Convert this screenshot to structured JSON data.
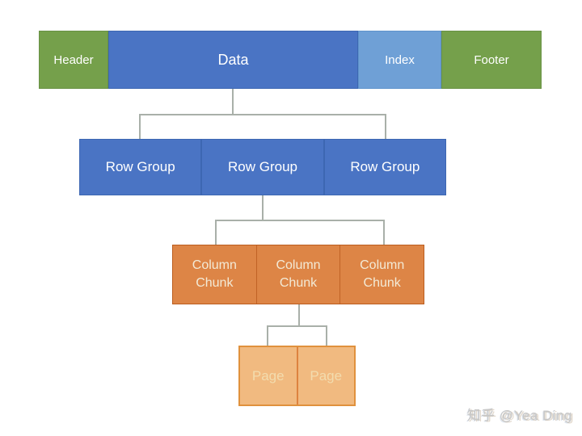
{
  "diagram": {
    "title_semantic": "parquet-file-structure",
    "file_layout": {
      "header": "Header",
      "data": "Data",
      "index": "Index",
      "footer": "Footer"
    },
    "row_groups": [
      "Row Group",
      "Row Group",
      "Row Group"
    ],
    "column_chunks": [
      "Column Chunk",
      "Column Chunk",
      "Column Chunk"
    ],
    "pages": [
      "Page",
      "Page"
    ]
  },
  "watermark": "知乎 @Yea Ding",
  "colors": {
    "blue": "#4a74c4",
    "light_blue": "#6fa0d6",
    "green": "#75a04b",
    "orange": "#dd8546",
    "orange_border": "#bb5d1f",
    "light_orange": "#f1ba80",
    "light_orange_border": "#e0913d",
    "connector_gray": "#a9b0a9",
    "text_white": "#ffffff",
    "text_cream": "#f3ead6"
  }
}
